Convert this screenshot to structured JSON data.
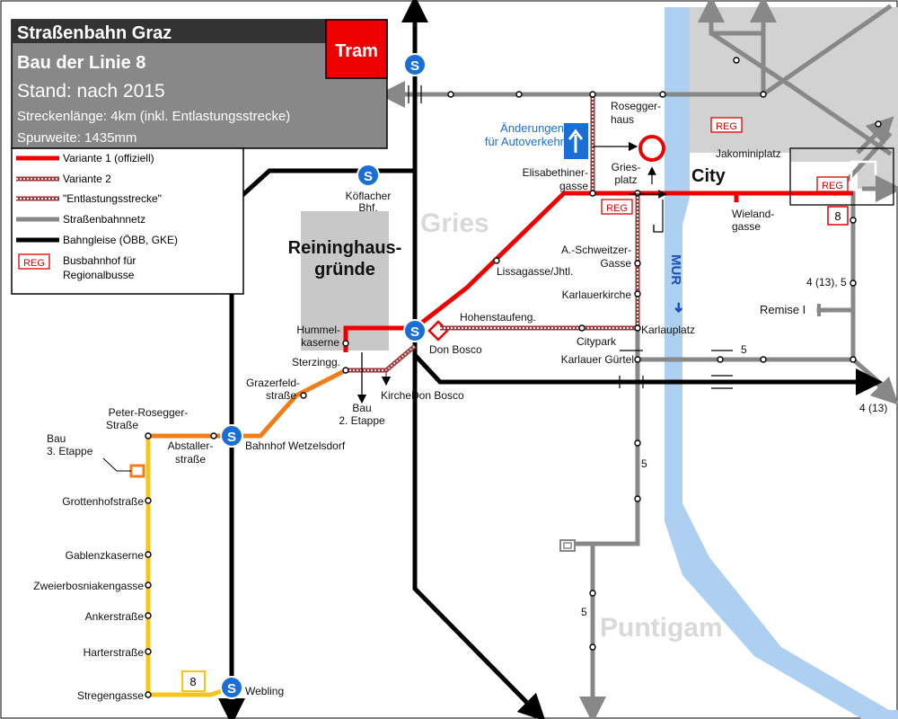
{
  "title_box": {
    "title": "Straßenbahn Graz",
    "subtitle": "Bau der Linie 8",
    "status": "Stand: nach 2015",
    "length": "Streckenlänge: 4km (inkl. Entlastungsstrecke)",
    "gauge": "Spurweite: 1435mm",
    "tram_label": "Tram"
  },
  "legend": {
    "items": [
      {
        "label": "Variante 1 (offiziell)",
        "style": "red"
      },
      {
        "label": "Variante 2",
        "style": "variant2"
      },
      {
        "label": "\"Entlastungsstrecke\"",
        "style": "relief"
      },
      {
        "label": "Straßenbahnnetz",
        "style": "tramnet"
      },
      {
        "label": "Bahngleise (ÖBB, GKE)",
        "style": "rail"
      }
    ],
    "reg_label": "REG",
    "reg_text_1": "Busbahnhof für",
    "reg_text_2": "Regionalbusse"
  },
  "colors": {
    "variant1": "#ee0000",
    "variant2": "#9a3a3a",
    "tram_net": "#888888",
    "rail": "#000000",
    "stage2": "#f07d18",
    "stage3": "#f5c518",
    "river": "#aed0f0",
    "city_area": "#d2d2d2",
    "sbahn": "#1a6fd6"
  },
  "districts": {
    "gries": "Gries",
    "puntigam": "Puntigam",
    "city": "City",
    "reininghaus_1": "Reininghaus-",
    "reininghaus_2": "gründe"
  },
  "river": {
    "label": "MUR",
    "arrow": "➜"
  },
  "notes": {
    "traffic_1": "Änderungen",
    "traffic_2": "für Autoverkehr",
    "bau2_1": "Bau",
    "bau2_2": "2. Etappe",
    "bau3_1": "Bau",
    "bau3_2": "3. Etappe"
  },
  "line_numbers": {
    "city_box": "8",
    "webling_box": "8",
    "right_4_5": "4 (13), 5",
    "bottom_4_13": "4 (13)",
    "n5_guertel": "5",
    "n5_south": "5",
    "n5_southwest": "5"
  },
  "stops": {
    "koeflacher_1": "Köflacher",
    "koeflacher_2": "Bhf.",
    "rosegger_1": "Rosegger-",
    "rosegger_2": "haus",
    "elisabethiner_1": "Elisabethiner-",
    "elisabethiner_2": "gasse",
    "griesplatz_1": "Gries-",
    "griesplatz_2": "platz",
    "jakominiplatz": "Jakominiplatz",
    "wieland_1": "Wieland-",
    "wieland_2": "gasse",
    "schweitzer_1": "A.-Schweitzer-",
    "schweitzer_2": "Gasse",
    "lissagasse": "Lissagasse/Jhtl.",
    "karlauerkirche": "Karlauerkirche",
    "hohenstaufen": "Hohenstaufeng.",
    "karlauplatz": "Karlauplatz",
    "citypark": "Citypark",
    "karlauer_guertel": "Karlauer Gürtel",
    "remise": "Remise I",
    "hummel_1": "Hummel-",
    "hummel_2": "kaserne",
    "sterzing": "Sterzingg.",
    "don_bosco": "Don Bosco",
    "kirche_don_bosco": "KircheDon Bosco",
    "grazerfeld_1": "Grazerfeld-",
    "grazerfeld_2": "straße",
    "peter_rosegger_1": "Peter-Rosegger-",
    "peter_rosegger_2": "Straße",
    "abstaller_1": "Abstaller-",
    "abstaller_2": "straße",
    "wetzelsdorf": "Bahnhof Wetzelsdorf",
    "grottenhof": "Grottenhofstraße",
    "gablenz": "Gablenzkaserne",
    "zweierbosniaken": "Zweierbosniakengasse",
    "anker": "Ankerstraße",
    "harter": "Harterstraße",
    "stregen": "Stregengasse",
    "webling": "Webling"
  }
}
